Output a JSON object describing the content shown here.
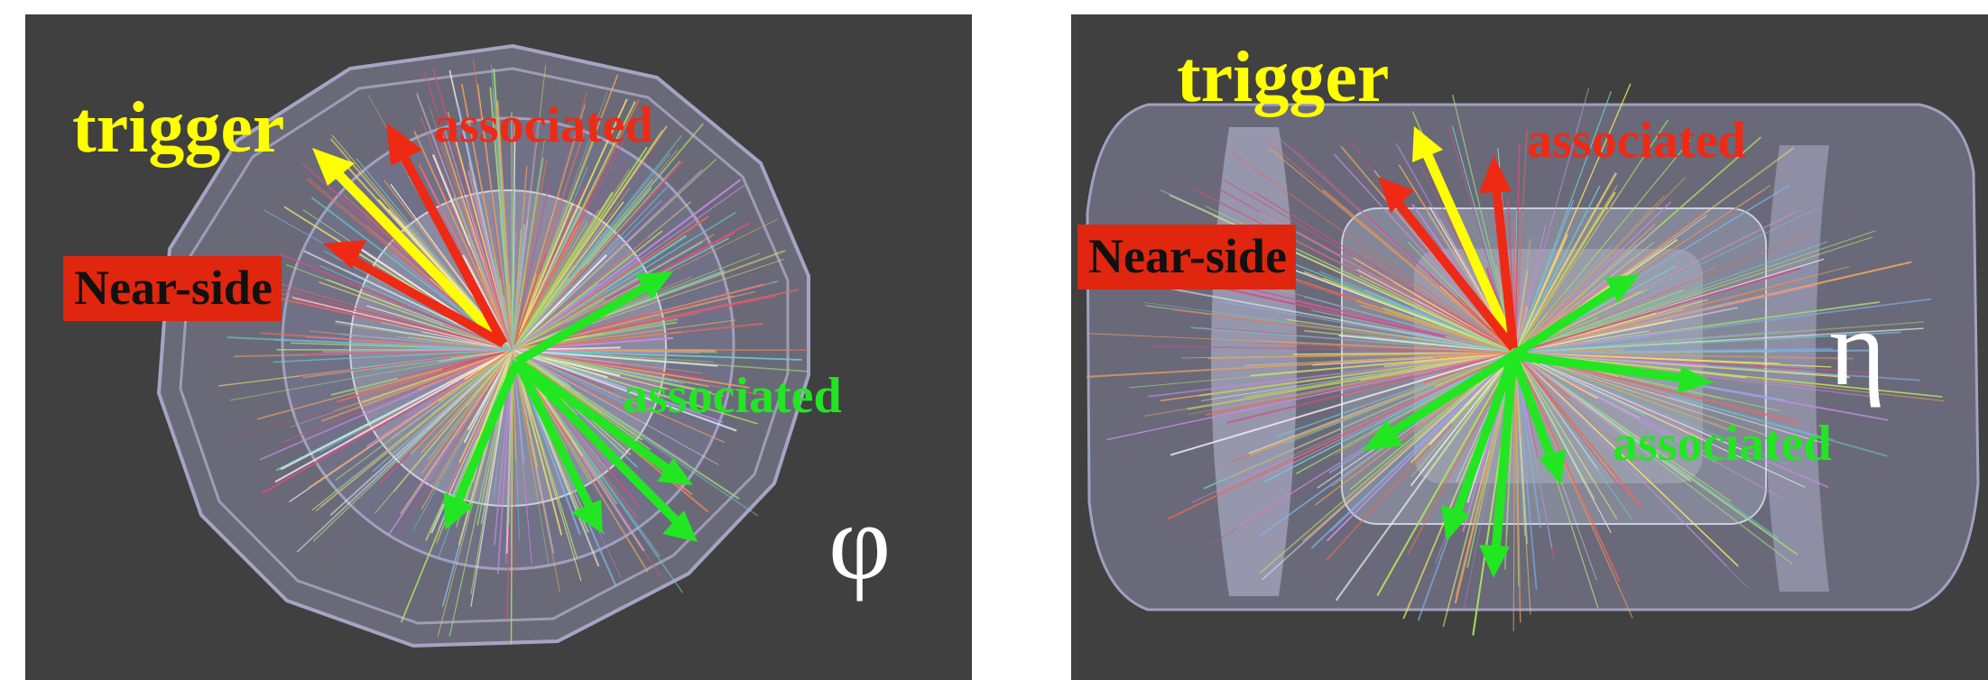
{
  "colors": {
    "background": "#404040",
    "trigger": "#ffff00",
    "associated_near": "#ee2a14",
    "associated_away": "#22e622",
    "near_side_box": "#e0260e",
    "detector": "#9a9ab8"
  },
  "left_panel": {
    "trigger_label": "trigger",
    "associated_near_label": "associated",
    "near_side_label": "Near-side",
    "associated_away_label": "associated",
    "axis_symbol": "φ"
  },
  "right_panel": {
    "trigger_label": "trigger",
    "associated_near_label": "associated",
    "near_side_label": "Near-side",
    "associated_away_label": "associated",
    "axis_symbol": "η"
  }
}
